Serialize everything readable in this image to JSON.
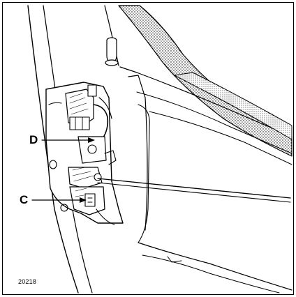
{
  "figure": {
    "callouts": [
      {
        "id": "D",
        "label": "D"
      },
      {
        "id": "C",
        "label": "C"
      }
    ],
    "reference_number": "20218"
  }
}
